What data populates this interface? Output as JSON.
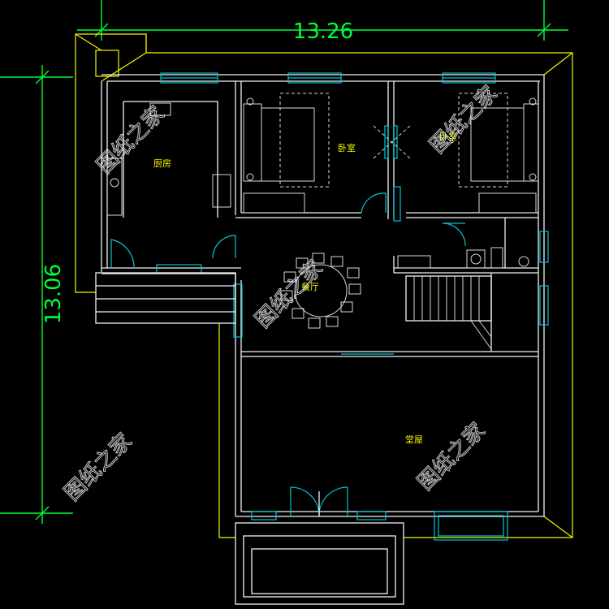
{
  "dimensions": {
    "width": "13.26",
    "height": "13.06"
  },
  "rooms": {
    "kitchen": "厨房",
    "bedroom_left": "卧室",
    "bedroom_right": "卧室",
    "dining": "餐厅",
    "hall": "堂屋"
  },
  "watermark": "图纸之家",
  "colors": {
    "background": "#000000",
    "dimension": "#00ff33",
    "wall": "#f2f2f2",
    "outline": "#f5f500",
    "window": "#00c8d8",
    "label": "#f5f500"
  }
}
